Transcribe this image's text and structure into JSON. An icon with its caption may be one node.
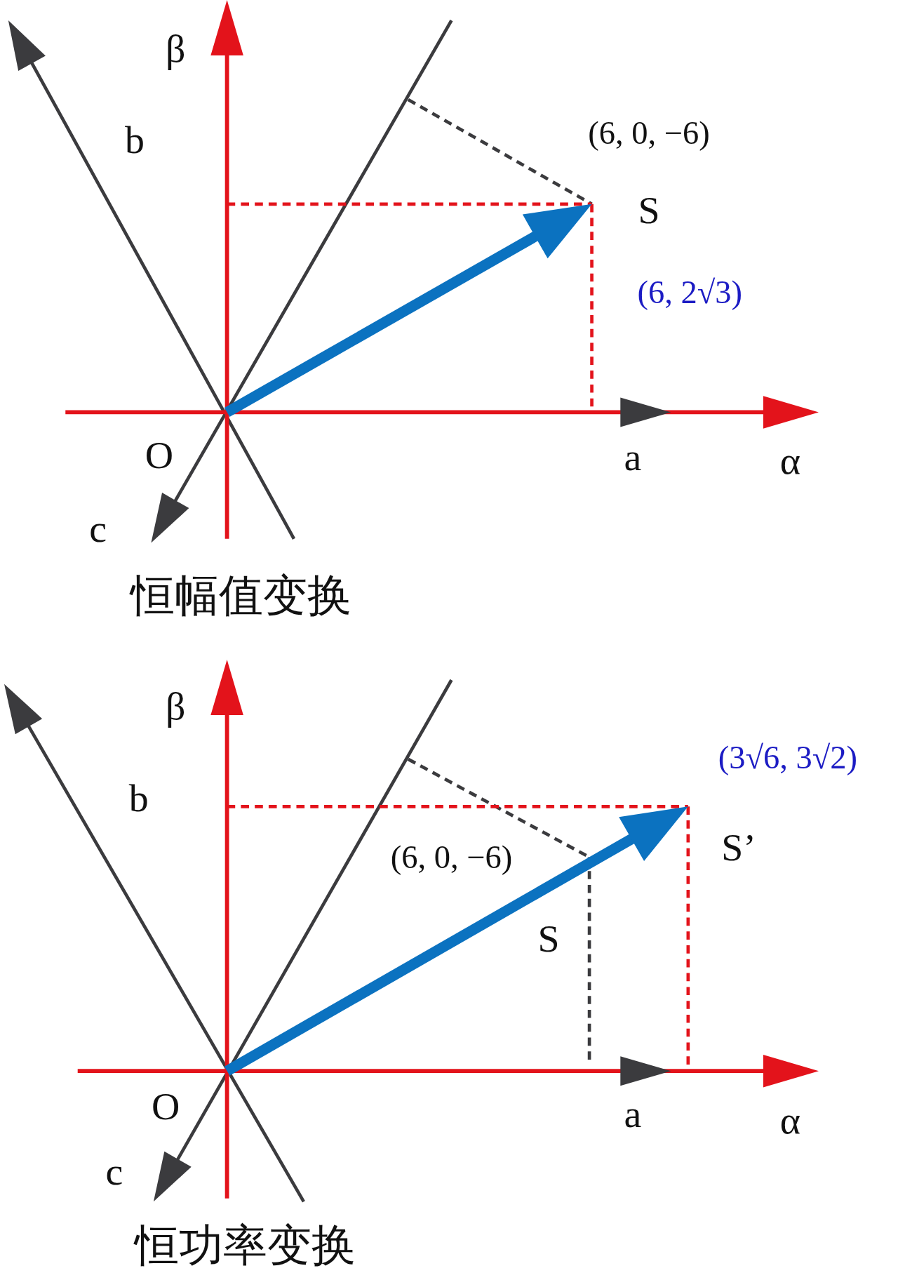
{
  "diagram": {
    "labels": [
      "β",
      "b",
      "(6, 0, −6)",
      "S",
      "(6, 2√3)",
      "O",
      "a",
      "α",
      "c",
      "恒幅值变换",
      "β",
      "b",
      "(3√6, 3√2)",
      "(6, 0, −6)",
      "S’",
      "S",
      "O",
      "a",
      "α",
      "c",
      "恒功率变换"
    ]
  }
}
